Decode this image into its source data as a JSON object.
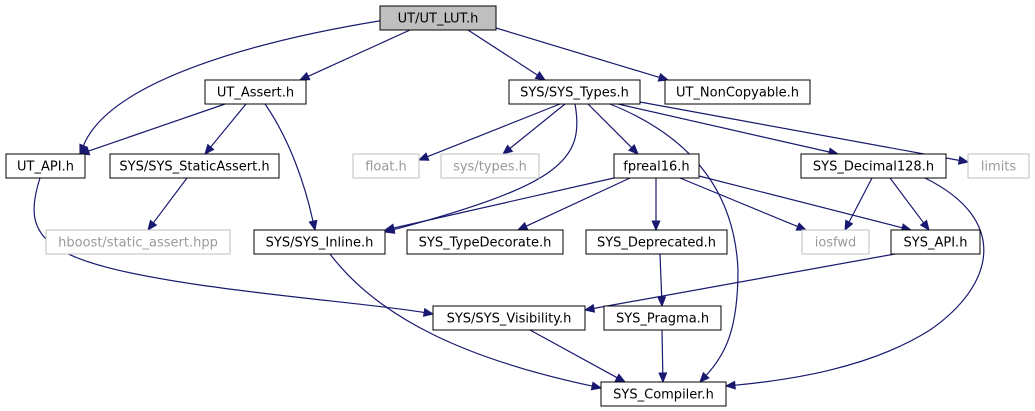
{
  "diagram": {
    "type": "include-dependency-graph",
    "colors": {
      "edge": "#191970",
      "root_fill": "#bfbfbf",
      "root_border": "#000000",
      "node_fill": "#ffffff",
      "node_border": "#000000",
      "external_border": "#bfbfbf",
      "external_text": "#9a9a9a",
      "text": "#000000"
    },
    "nodes": [
      {
        "id": "ut_lut",
        "label": "UT/UT_LUT.h",
        "kind": "root"
      },
      {
        "id": "ut_assert",
        "label": "UT_Assert.h",
        "kind": "file"
      },
      {
        "id": "sys_types",
        "label": "SYS/SYS_Types.h",
        "kind": "file"
      },
      {
        "id": "ut_noncopyable",
        "label": "UT_NonCopyable.h",
        "kind": "file"
      },
      {
        "id": "ut_api",
        "label": "UT_API.h",
        "kind": "file"
      },
      {
        "id": "sys_staticassert",
        "label": "SYS/SYS_StaticAssert.h",
        "kind": "file"
      },
      {
        "id": "float_h",
        "label": "float.h",
        "kind": "external"
      },
      {
        "id": "sys_types_h",
        "label": "sys/types.h",
        "kind": "external"
      },
      {
        "id": "fpreal16",
        "label": "fpreal16.h",
        "kind": "file"
      },
      {
        "id": "sys_decimal128",
        "label": "SYS_Decimal128.h",
        "kind": "file"
      },
      {
        "id": "limits",
        "label": "limits",
        "kind": "external"
      },
      {
        "id": "hboost",
        "label": "hboost/static_assert.hpp",
        "kind": "external"
      },
      {
        "id": "sys_inline",
        "label": "SYS/SYS_Inline.h",
        "kind": "file"
      },
      {
        "id": "sys_typedecorate",
        "label": "SYS_TypeDecorate.h",
        "kind": "file"
      },
      {
        "id": "sys_deprecated",
        "label": "SYS_Deprecated.h",
        "kind": "file"
      },
      {
        "id": "iosfwd",
        "label": "iosfwd",
        "kind": "external"
      },
      {
        "id": "sys_api",
        "label": "SYS_API.h",
        "kind": "file"
      },
      {
        "id": "sys_visibility",
        "label": "SYS/SYS_Visibility.h",
        "kind": "file"
      },
      {
        "id": "sys_pragma",
        "label": "SYS_Pragma.h",
        "kind": "file"
      },
      {
        "id": "sys_compiler",
        "label": "SYS_Compiler.h",
        "kind": "file"
      }
    ],
    "edges": [
      {
        "from": "ut_lut",
        "to": "ut_assert"
      },
      {
        "from": "ut_lut",
        "to": "sys_types"
      },
      {
        "from": "ut_lut",
        "to": "ut_noncopyable"
      },
      {
        "from": "ut_lut",
        "to": "ut_api"
      },
      {
        "from": "ut_assert",
        "to": "ut_api"
      },
      {
        "from": "ut_assert",
        "to": "sys_staticassert"
      },
      {
        "from": "ut_assert",
        "to": "sys_inline"
      },
      {
        "from": "ut_api",
        "to": "sys_visibility"
      },
      {
        "from": "sys_staticassert",
        "to": "hboost"
      },
      {
        "from": "sys_types",
        "to": "float_h"
      },
      {
        "from": "sys_types",
        "to": "sys_types_h"
      },
      {
        "from": "sys_types",
        "to": "fpreal16"
      },
      {
        "from": "sys_types",
        "to": "sys_decimal128"
      },
      {
        "from": "sys_types",
        "to": "limits"
      },
      {
        "from": "sys_types",
        "to": "sys_inline"
      },
      {
        "from": "sys_types",
        "to": "sys_compiler"
      },
      {
        "from": "fpreal16",
        "to": "sys_inline"
      },
      {
        "from": "fpreal16",
        "to": "sys_typedecorate"
      },
      {
        "from": "fpreal16",
        "to": "sys_deprecated"
      },
      {
        "from": "fpreal16",
        "to": "iosfwd"
      },
      {
        "from": "fpreal16",
        "to": "sys_api"
      },
      {
        "from": "sys_decimal128",
        "to": "iosfwd"
      },
      {
        "from": "sys_decimal128",
        "to": "sys_api"
      },
      {
        "from": "sys_decimal128",
        "to": "sys_compiler"
      },
      {
        "from": "sys_inline",
        "to": "sys_compiler"
      },
      {
        "from": "sys_deprecated",
        "to": "sys_pragma"
      },
      {
        "from": "sys_api",
        "to": "sys_visibility"
      },
      {
        "from": "sys_visibility",
        "to": "sys_compiler"
      },
      {
        "from": "sys_pragma",
        "to": "sys_compiler"
      }
    ]
  }
}
